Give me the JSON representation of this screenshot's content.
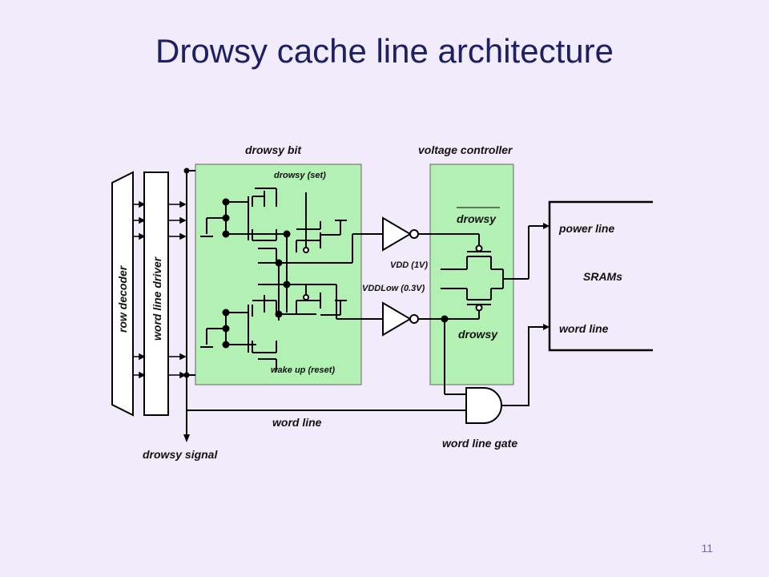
{
  "title": "Drowsy cache line architecture",
  "page_number": "11",
  "labels": {
    "drowsy_bit": "drowsy bit",
    "voltage_controller": "voltage controller",
    "drowsy_set": "drowsy (set)",
    "wake_up_reset": "wake up (reset)",
    "drowsy_bar": "drowsy",
    "drowsy": "drowsy",
    "vdd": "VDD (1V)",
    "vddlow": "VDDLow (0.3V)",
    "power_line": "power line",
    "srams": "SRAMs",
    "word_line_right": "word line",
    "row_decoder": "row decoder",
    "word_line_driver": "word line driver",
    "word_line_bottom": "word line",
    "word_line_gate": "word line gate",
    "drowsy_signal": "drowsy signal"
  },
  "colors": {
    "title": "#1c2163",
    "background": "#f2ebfb",
    "block_fill": "#b3f0b3",
    "page_number": "#6a6ab4"
  }
}
